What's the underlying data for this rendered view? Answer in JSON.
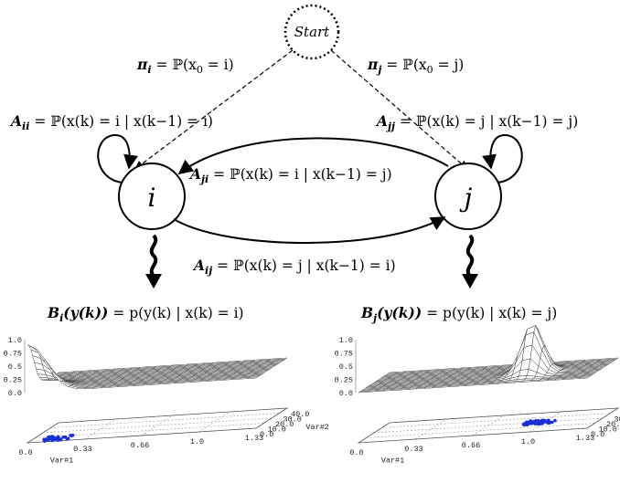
{
  "diagram": {
    "start_label": "Start",
    "state_i_label": "i",
    "state_j_label": "j",
    "pi_i": {
      "sym": "π",
      "sub": "i",
      "rest": " = ℙ(x",
      "sub0": "0",
      "rest2": " = i)"
    },
    "pi_j": {
      "sym": "π",
      "sub": "j",
      "rest": " = ℙ(x",
      "sub0": "0",
      "rest2": " = j)"
    },
    "A_ii": {
      "sym": "A",
      "sub": "ii",
      "text": " = ℙ(x(k) = i | x(k−1) = i)"
    },
    "A_jj": {
      "sym": "A",
      "sub": "jj",
      "text": " = ℙ(x(k) = j | x(k−1) = j)"
    },
    "A_ji": {
      "sym": "A",
      "sub": "ji",
      "text": " = ℙ(x(k) = i | x(k−1) = j)"
    },
    "A_ij": {
      "sym": "A",
      "sub": "ij",
      "text": " = ℙ(x(k) = j | x(k−1) = i)"
    },
    "B_i": {
      "sym": "B",
      "sub": "i",
      "arg": "(y(k))",
      "text": " = p(y(k) | x(k) = i)"
    },
    "B_j": {
      "sym": "B",
      "sub": "j",
      "arg": "(y(k))",
      "text": " = p(y(k) | x(k) = j)"
    }
  },
  "plots": {
    "z_ticks": [
      "1.0",
      "0.75",
      "0.5",
      "0.25",
      "0.0"
    ],
    "x_ticks": [
      "0.0",
      "0.33",
      "0.66",
      "1.0",
      "1.33"
    ],
    "y_ticks": [
      "0.0",
      "10.0",
      "20.0",
      "30.0",
      "40.0"
    ],
    "x_axis_label": "Var#1",
    "y_axis_label": "Var#2",
    "surface_color": "#444444",
    "point_color": "#1a2fd6"
  }
}
